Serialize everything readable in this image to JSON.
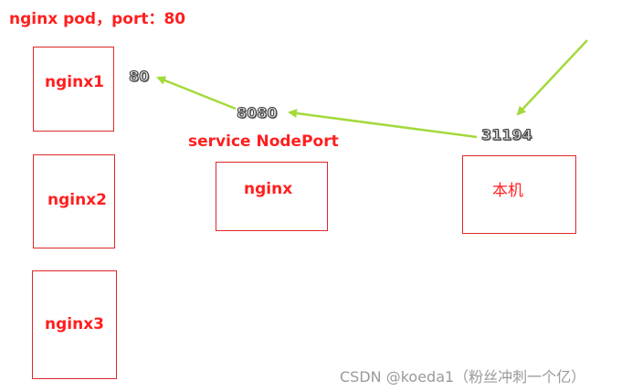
{
  "title": "nginx pod，port：80",
  "pods": [
    {
      "label": "nginx1"
    },
    {
      "label": "nginx2"
    },
    {
      "label": "nginx3"
    }
  ],
  "pod_port": "80",
  "service": {
    "port": "8080",
    "type_label": "service NodePort",
    "box_label": "nginx"
  },
  "host": {
    "port": "31194",
    "label": "本机"
  },
  "watermark": "CSDN @koeda1（粉丝冲刺一个亿）",
  "colors": {
    "box_border": "#e0282a",
    "label": "#ff1f1f",
    "arrow": "#a3d93a"
  }
}
